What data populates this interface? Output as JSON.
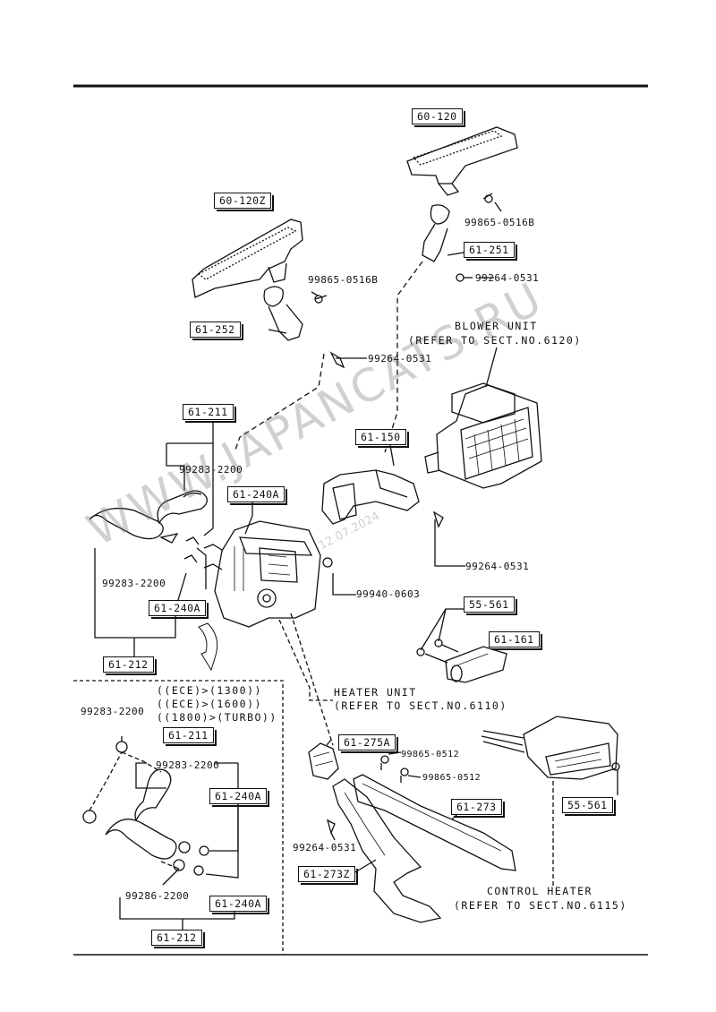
{
  "watermark": {
    "text": "WWW.JAPANCATS.RU",
    "date": "12.07.2024"
  },
  "part_boxes": {
    "p60_120": "60-120",
    "p60_120z": "60-120Z",
    "p61_251": "61-251",
    "p61_252": "61-252",
    "p61_211_top": "61-211",
    "p61_150": "61-150",
    "p61_240a_top1": "61-240A",
    "p61_240a_top2": "61-240A",
    "p61_212_top": "61-212",
    "p55_561_a": "55-561",
    "p61_161": "61-161",
    "p61_211_bot": "61-211",
    "p61_240a_bot1": "61-240A",
    "p61_240a_bot2": "61-240A",
    "p61_212_bot": "61-212",
    "p61_275a": "61-275A",
    "p61_273": "61-273",
    "p61_273z": "61-273Z",
    "p55_561_b": "55-561"
  },
  "part_numbers": {
    "n99865_0516b_a": "99865-0516B",
    "n99865_0516b_b": "99865-0516B",
    "n99264_0531_a": "99264-0531",
    "n99264_0531_b": "99264-0531",
    "n99264_0531_c": "99264-0531",
    "n99264_0531_d": "99264-0531",
    "n99283_2200_a": "99283-2200",
    "n99283_2200_b": "99283-2200",
    "n99283_2200_c": "99283-2200",
    "n99283_2200_d": "99283-2200",
    "n99940_0603": "99940-0603",
    "n99865_0512_a": "99865-0512",
    "n99865_0512_b": "99865-0512",
    "n99286_2200": "99286-2200"
  },
  "notes": {
    "blower_unit": "BLOWER UNIT",
    "blower_ref": "(REFER TO SECT.NO.6120)",
    "heater_unit": "HEATER UNIT",
    "heater_ref": "(REFER TO SECT.NO.6110)",
    "control_heater": "CONTROL HEATER",
    "control_ref": "(REFER TO SECT.NO.6115)",
    "cond1": "((ECE)>(1300))",
    "cond2": "((ECE)>(1600))",
    "cond3": "((1800)>(TURBO))"
  }
}
